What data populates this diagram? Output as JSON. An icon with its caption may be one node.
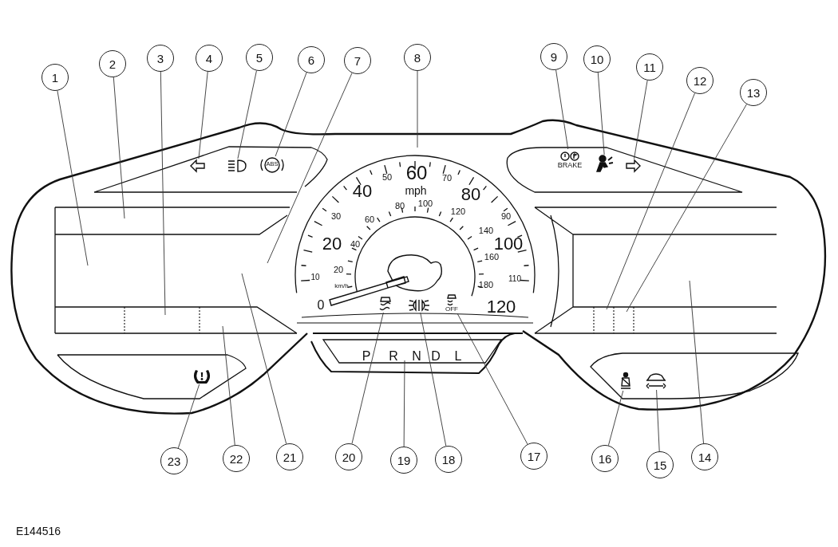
{
  "diagram": {
    "nodes": [
      {
        "text": [
          "1"
        ]
      },
      {
        "text": [
          "2"
        ]
      },
      {
        "text": [
          "3"
        ]
      },
      {
        "text": [
          "4"
        ]
      },
      {
        "text": [
          "5"
        ]
      },
      {
        "text": [
          "6"
        ]
      },
      {
        "text": [
          "7"
        ]
      },
      {
        "text": [
          "8"
        ]
      },
      {
        "text": [
          "9"
        ]
      },
      {
        "text": [
          "10"
        ]
      },
      {
        "text": [
          "11"
        ]
      },
      {
        "text": [
          "12"
        ]
      },
      {
        "text": [
          "13"
        ]
      },
      {
        "text": [
          "14"
        ]
      },
      {
        "text": [
          "15"
        ]
      },
      {
        "text": [
          "16"
        ]
      },
      {
        "text": [
          "17"
        ]
      },
      {
        "text": [
          "18"
        ]
      },
      {
        "text": [
          "19"
        ]
      },
      {
        "text": [
          "20"
        ]
      },
      {
        "text": [
          "21"
        ]
      },
      {
        "text": [
          "22"
        ]
      },
      {
        "text": [
          "23"
        ]
      },
      {
        "text": [],
        "shape": "picture"
      },
      {
        "text": [],
        "shape": "picture"
      },
      {
        "text": [
          "ABS"
        ]
      },
      {
        "text": [
          "BRAKE"
        ]
      },
      {
        "text": [],
        "shape": "picture"
      },
      {
        "text": [],
        "shape": "picture"
      },
      {
        "text": [],
        "shape": "picture"
      },
      {
        "text": [],
        "shape": "picture"
      },
      {
        "text": [
          "OFF"
        ]
      },
      {
        "text": [],
        "shape": "picture"
      },
      {
        "text": [],
        "shape": "picture"
      },
      {
        "text": [],
        "shape": "picture"
      }
    ],
    "edges": [
      {
        "from": 0,
        "to": null,
        "arrow": "none"
      },
      {
        "from": 1,
        "to": null,
        "arrow": "none"
      },
      {
        "from": 2,
        "to": null,
        "arrow": "none"
      },
      {
        "from": 3,
        "to": 23,
        "arrow": "none"
      },
      {
        "from": 4,
        "to": 24,
        "arrow": "none"
      },
      {
        "from": 5,
        "to": 25,
        "arrow": "none"
      },
      {
        "from": 6,
        "to": null,
        "arrow": "none"
      },
      {
        "from": 7,
        "to": null,
        "arrow": "none"
      },
      {
        "from": 8,
        "to": 26,
        "arrow": "none"
      },
      {
        "from": 9,
        "to": 27,
        "arrow": "none"
      },
      {
        "from": 10,
        "to": 28,
        "arrow": "none"
      },
      {
        "from": 11,
        "to": null,
        "arrow": "none"
      },
      {
        "from": 12,
        "to": null,
        "arrow": "none"
      },
      {
        "from": 13,
        "to": null,
        "arrow": "none"
      },
      {
        "from": 14,
        "to": 29,
        "arrow": "none"
      },
      {
        "from": 15,
        "to": 30,
        "arrow": "none"
      },
      {
        "from": 16,
        "to": 31,
        "arrow": "none"
      },
      {
        "from": 17,
        "to": 32,
        "arrow": "none"
      },
      {
        "from": 18,
        "to": null,
        "arrow": "none"
      },
      {
        "from": 19,
        "to": 33,
        "arrow": "none"
      },
      {
        "from": 20,
        "to": null,
        "arrow": "none"
      },
      {
        "from": 21,
        "to": null,
        "arrow": "none"
      },
      {
        "from": 22,
        "to": 34,
        "arrow": "none"
      }
    ],
    "labels": [
      "50",
      "60",
      "70",
      "40",
      "mph",
      "80",
      "30",
      "80",
      "100",
      "120",
      "60",
      "90",
      "20",
      "40",
      "140",
      "100",
      "20",
      "160",
      "10",
      "km/h",
      "180",
      "110",
      "0",
      "120",
      "P",
      "R",
      "N",
      "D",
      "L",
      "E144516"
    ]
  }
}
